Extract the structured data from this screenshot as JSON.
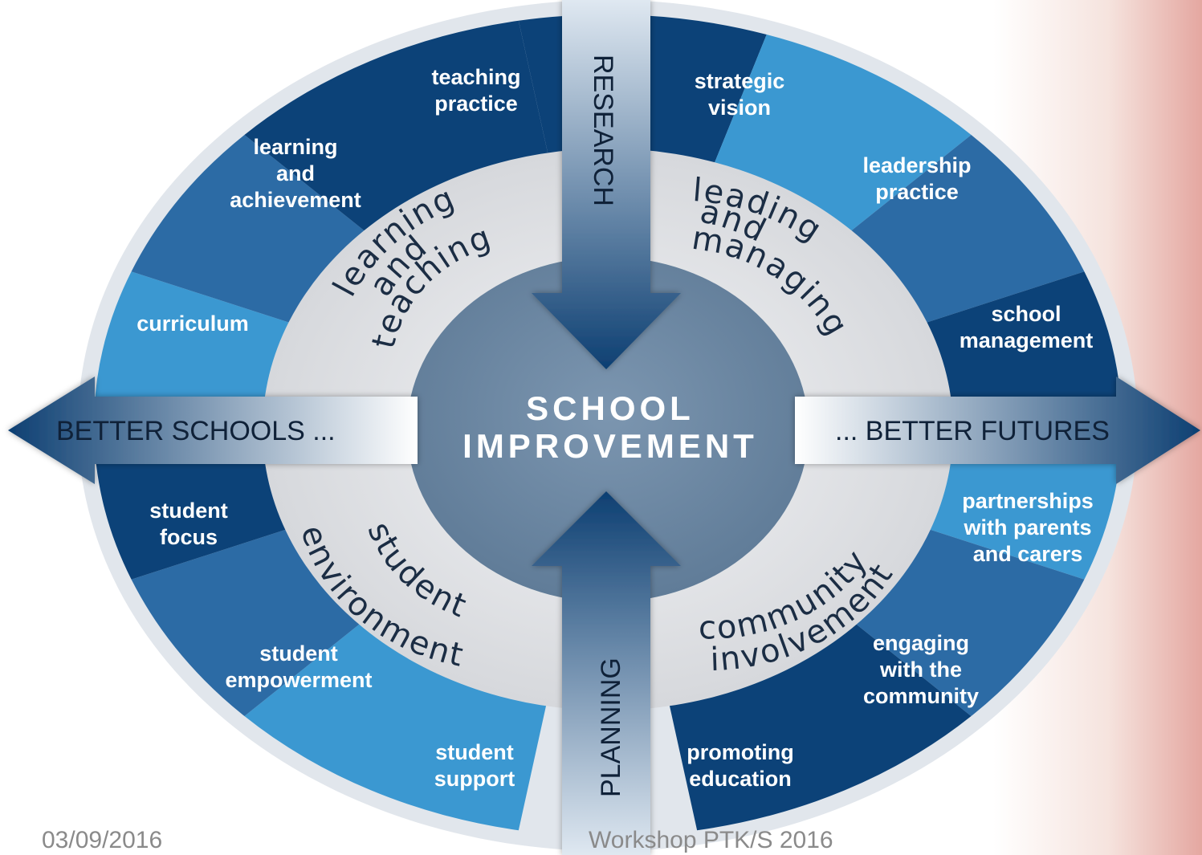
{
  "center": {
    "line1": "SCHOOL",
    "line2": "IMPROVEMENT"
  },
  "arrows": {
    "top": "RESEARCH",
    "bottom": "PLANNING",
    "left": "BETTER SCHOOLS ...",
    "right": "... BETTER FUTURES"
  },
  "quadrants": {
    "top_left": "learning and teaching",
    "top_right": "leading and managing",
    "bottom_left": "student environment",
    "bottom_right": "community involvement"
  },
  "segments": {
    "curriculum": [
      "curriculum"
    ],
    "learning_achievement": [
      "learning",
      "and",
      "achievement"
    ],
    "teaching_practice": [
      "teaching",
      "practice"
    ],
    "strategic_vision": [
      "strategic",
      "vision"
    ],
    "leadership_practice": [
      "leadership",
      "practice"
    ],
    "school_management": [
      "school",
      "management"
    ],
    "partnerships": [
      "partnerships",
      "with parents",
      "and carers"
    ],
    "engaging": [
      "engaging",
      "with the",
      "community"
    ],
    "promoting": [
      "promoting",
      "education"
    ],
    "student_support": [
      "student",
      "support"
    ],
    "student_empowerment": [
      "student",
      "empowerment"
    ],
    "student_focus": [
      "student",
      "focus"
    ]
  },
  "footer": {
    "date": "03/09/2016",
    "event": "Workshop PTK/S 2016"
  },
  "colors": {
    "dark_blue": "#0c4278",
    "mid_blue": "#2c6ba5",
    "light_blue": "#3b98d1",
    "ring": "#dedfe2",
    "center": "#6f8aa5"
  }
}
